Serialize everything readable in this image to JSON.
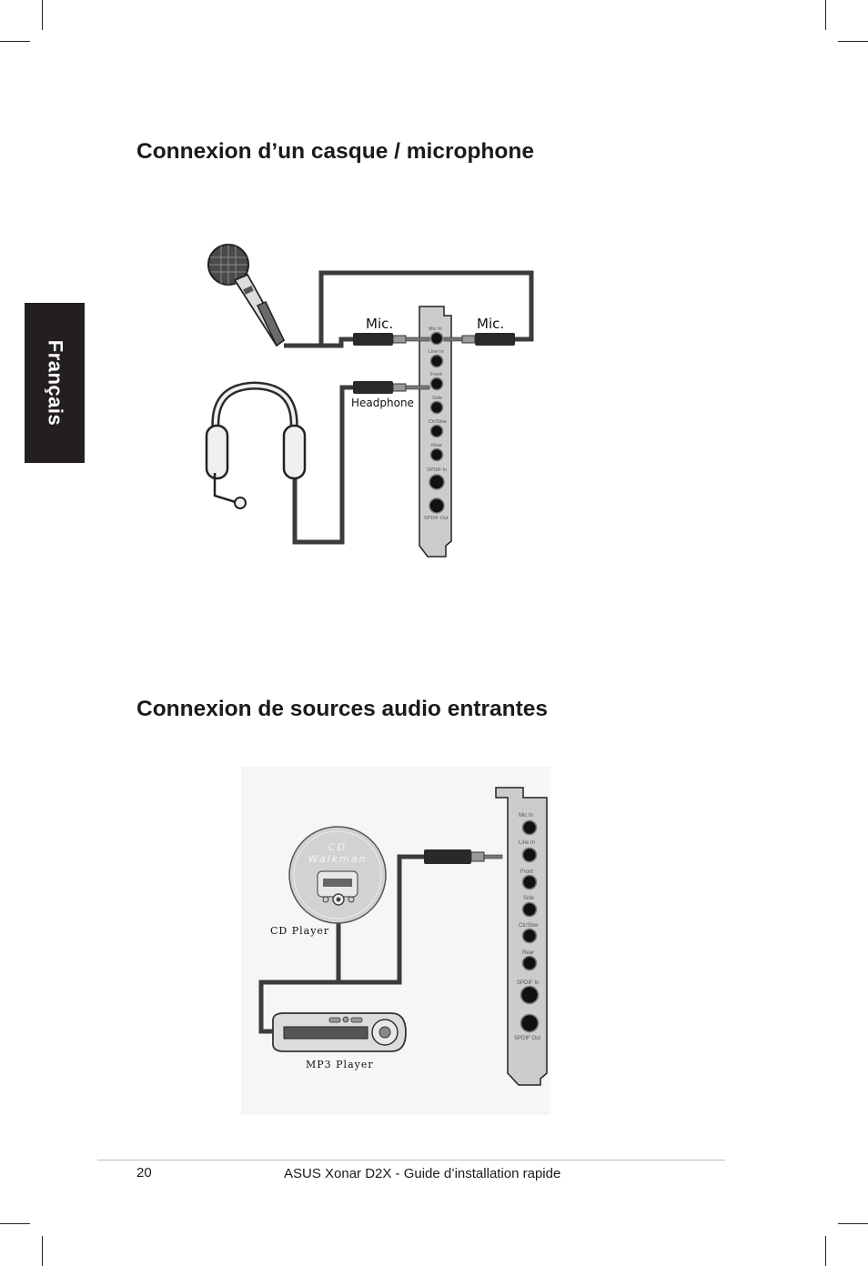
{
  "sidebar": {
    "language_tab": "Français"
  },
  "sections": [
    {
      "title": "Connexion d’un casque / microphone"
    },
    {
      "title": "Connexion de sources audio entrantes"
    }
  ],
  "figure_headset": {
    "labels": {
      "mic_left": "Mic.",
      "mic_right": "Mic.",
      "headphone": "Headphone"
    },
    "card_ports": [
      "Mic In",
      "Line In",
      "Front",
      "Side",
      "Ctr/Sbw",
      "Rear",
      "SPDIF In",
      "SPDIF Out"
    ]
  },
  "figure_sources": {
    "labels": {
      "cd_player": "CD Player",
      "mp3_player": "MP3 Player"
    },
    "walkman_text": [
      "CD",
      "Walkman"
    ],
    "card_ports": [
      "Mic In",
      "Line In",
      "Front",
      "Side",
      "Ctr/Sbw",
      "Rear",
      "SPDIF In",
      "SPDIF Out"
    ]
  },
  "footer": {
    "page_number": "20",
    "doc_title": "ASUS Xonar D2X - Guide d’installation rapide"
  }
}
